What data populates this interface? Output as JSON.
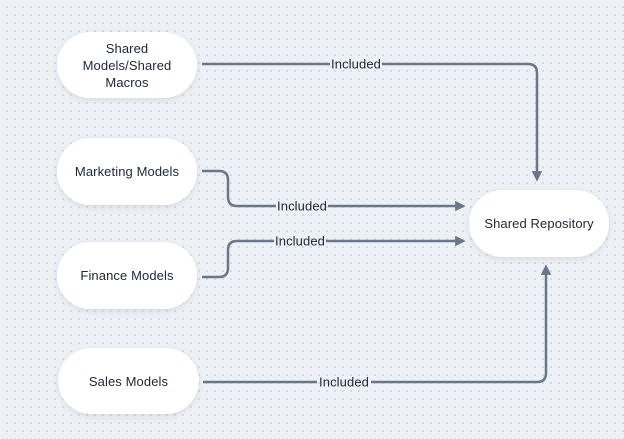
{
  "diagram": {
    "nodes": [
      {
        "id": "shared-models",
        "label": "Shared Models/Shared Macros"
      },
      {
        "id": "marketing",
        "label": "Marketing Models"
      },
      {
        "id": "finance",
        "label": "Finance Models"
      },
      {
        "id": "sales",
        "label": "Sales Models"
      },
      {
        "id": "repository",
        "label": "Shared Repository"
      }
    ],
    "edges": [
      {
        "from": "shared-models",
        "to": "repository",
        "label": "Included"
      },
      {
        "from": "marketing",
        "to": "repository",
        "label": "Included"
      },
      {
        "from": "finance",
        "to": "repository",
        "label": "Included"
      },
      {
        "from": "sales",
        "to": "repository",
        "label": "Included"
      }
    ],
    "colors": {
      "background": "#edf0f4",
      "dot_grid": "#ccd3dd",
      "node_fill": "#ffffff",
      "connector": "#6a7689",
      "text": "#1e2737"
    }
  }
}
